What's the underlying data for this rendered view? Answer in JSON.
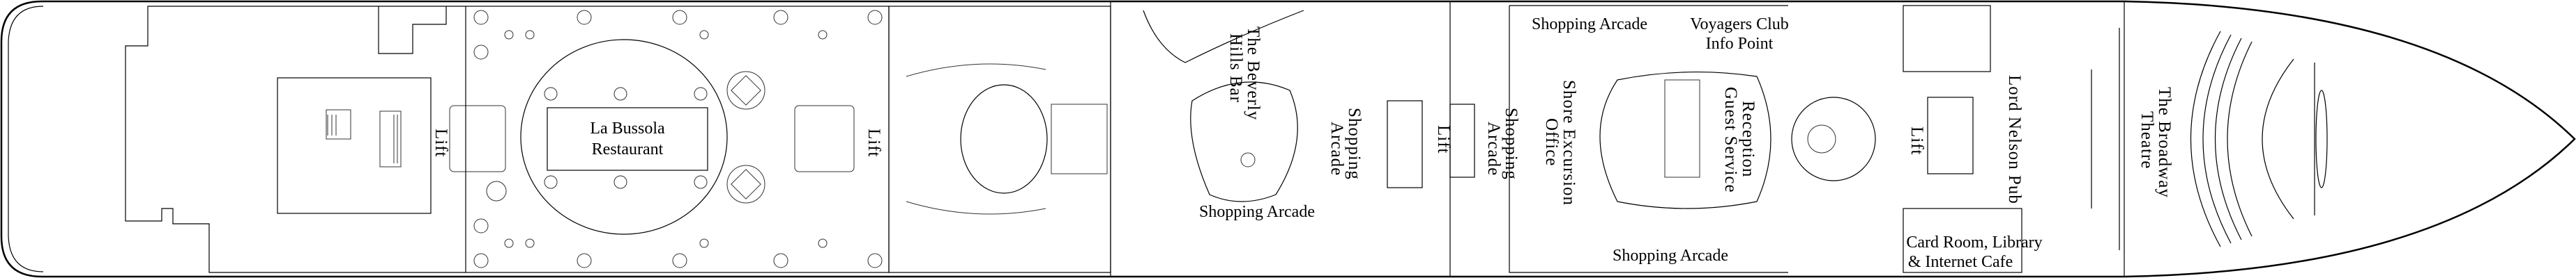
{
  "deck_plan": {
    "colors": {
      "lines": "#000000",
      "background": "#ffffff"
    },
    "labels": {
      "lift_aft": "Lift",
      "la_bussola_line1": "La Bussola",
      "la_bussola_line2": "Restaurant",
      "lift_mid_aft": "Lift",
      "beverly_hills_line1": "The Beverly",
      "beverly_hills_line2": "Hills Bar",
      "shopping_arcade_bar": "Shopping Arcade",
      "shopping_arcade_port_line1": "Shopping",
      "shopping_arcade_port_line2": "Arcade",
      "lift_mid": "Lift",
      "shopping_arcade_stbd_line1": "Shopping",
      "shopping_arcade_stbd_line2": "Arcade",
      "shore_excursion_line1": "Shore Excursion",
      "shore_excursion_line2": "Office",
      "shopping_arcade_top": "Shopping Arcade",
      "voyagers_line1": "Voyagers Club",
      "voyagers_line2": "Info Point",
      "reception_line1": "Reception",
      "reception_line2": "Guest Service",
      "shopping_arcade_bottom": "Shopping Arcade",
      "lift_fwd": "Lift",
      "lord_nelson": "Lord Nelson Pub",
      "card_room_line1": "Card Room, Library",
      "card_room_line2": "& Internet Cafe",
      "broadway_line1": "The Broadway",
      "broadway_line2": "Theatre"
    }
  }
}
